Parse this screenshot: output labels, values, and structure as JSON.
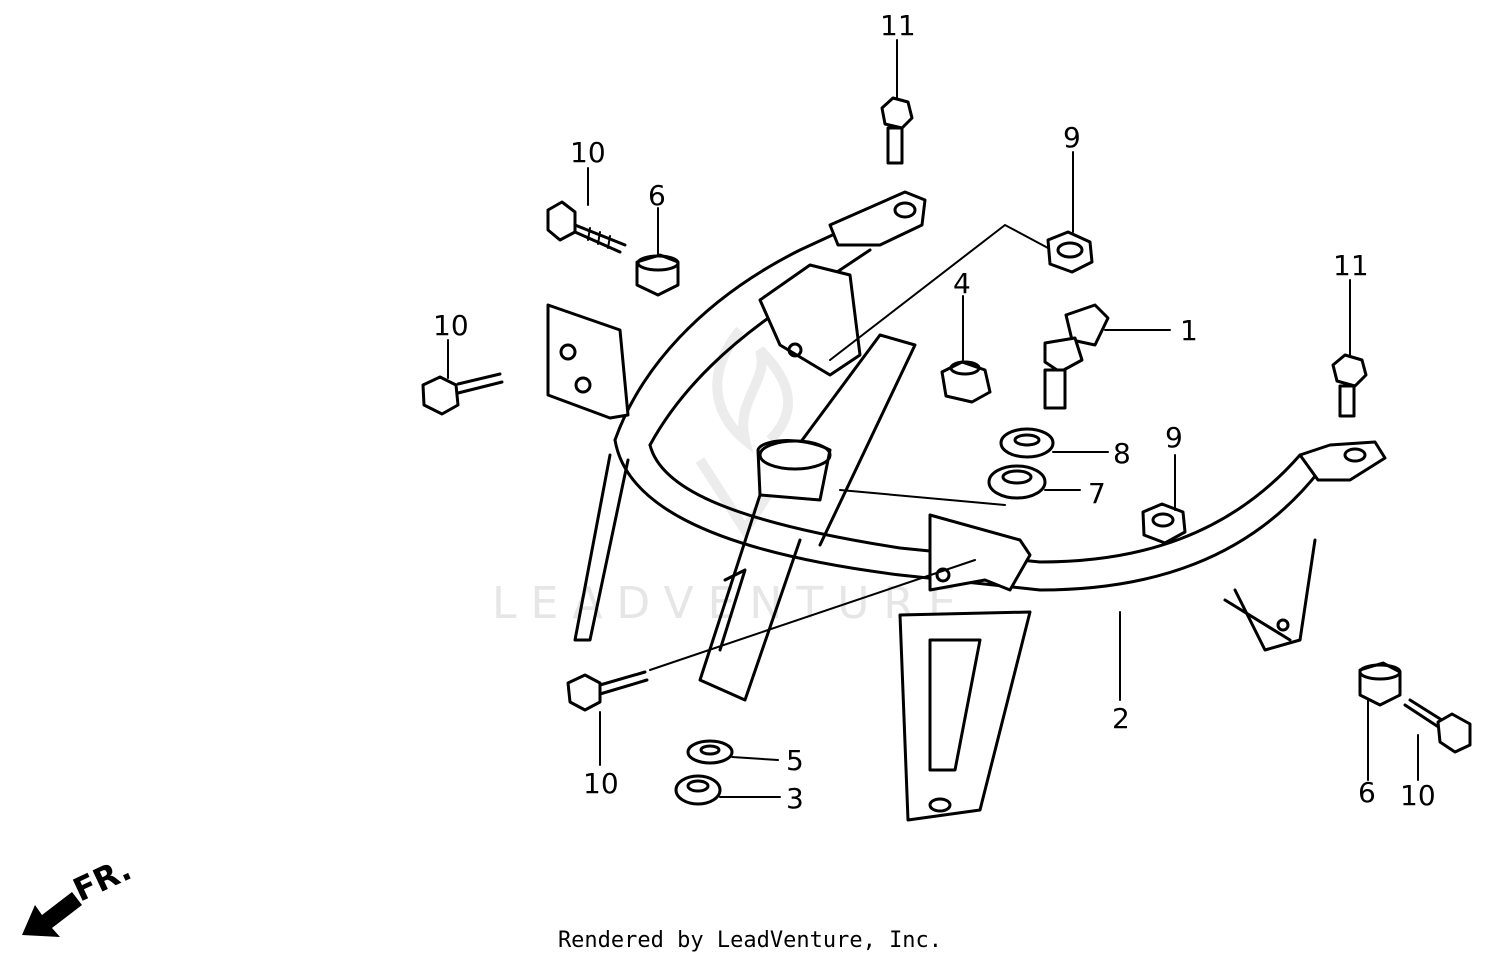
{
  "callouts": {
    "c1": "1",
    "c2": "2",
    "c3": "3",
    "c4": "4",
    "c5": "5",
    "c6a": "6",
    "c6b": "6",
    "c7": "7",
    "c8": "8",
    "c9a": "9",
    "c9b": "9",
    "c10a": "10",
    "c10b": "10",
    "c10c": "10",
    "c10d": "10",
    "c11a": "11",
    "c11b": "11"
  },
  "direction_label": "FR.",
  "watermark": "LEADVENTURE",
  "footer": "Rendered by LeadVenture, Inc.",
  "colors": {
    "line": "#000000",
    "watermark": "#e6e6e6",
    "background": "#ffffff"
  },
  "icons": {
    "direction": "front-arrow-icon",
    "watermark_logo": "leadventure-flame-logo"
  }
}
